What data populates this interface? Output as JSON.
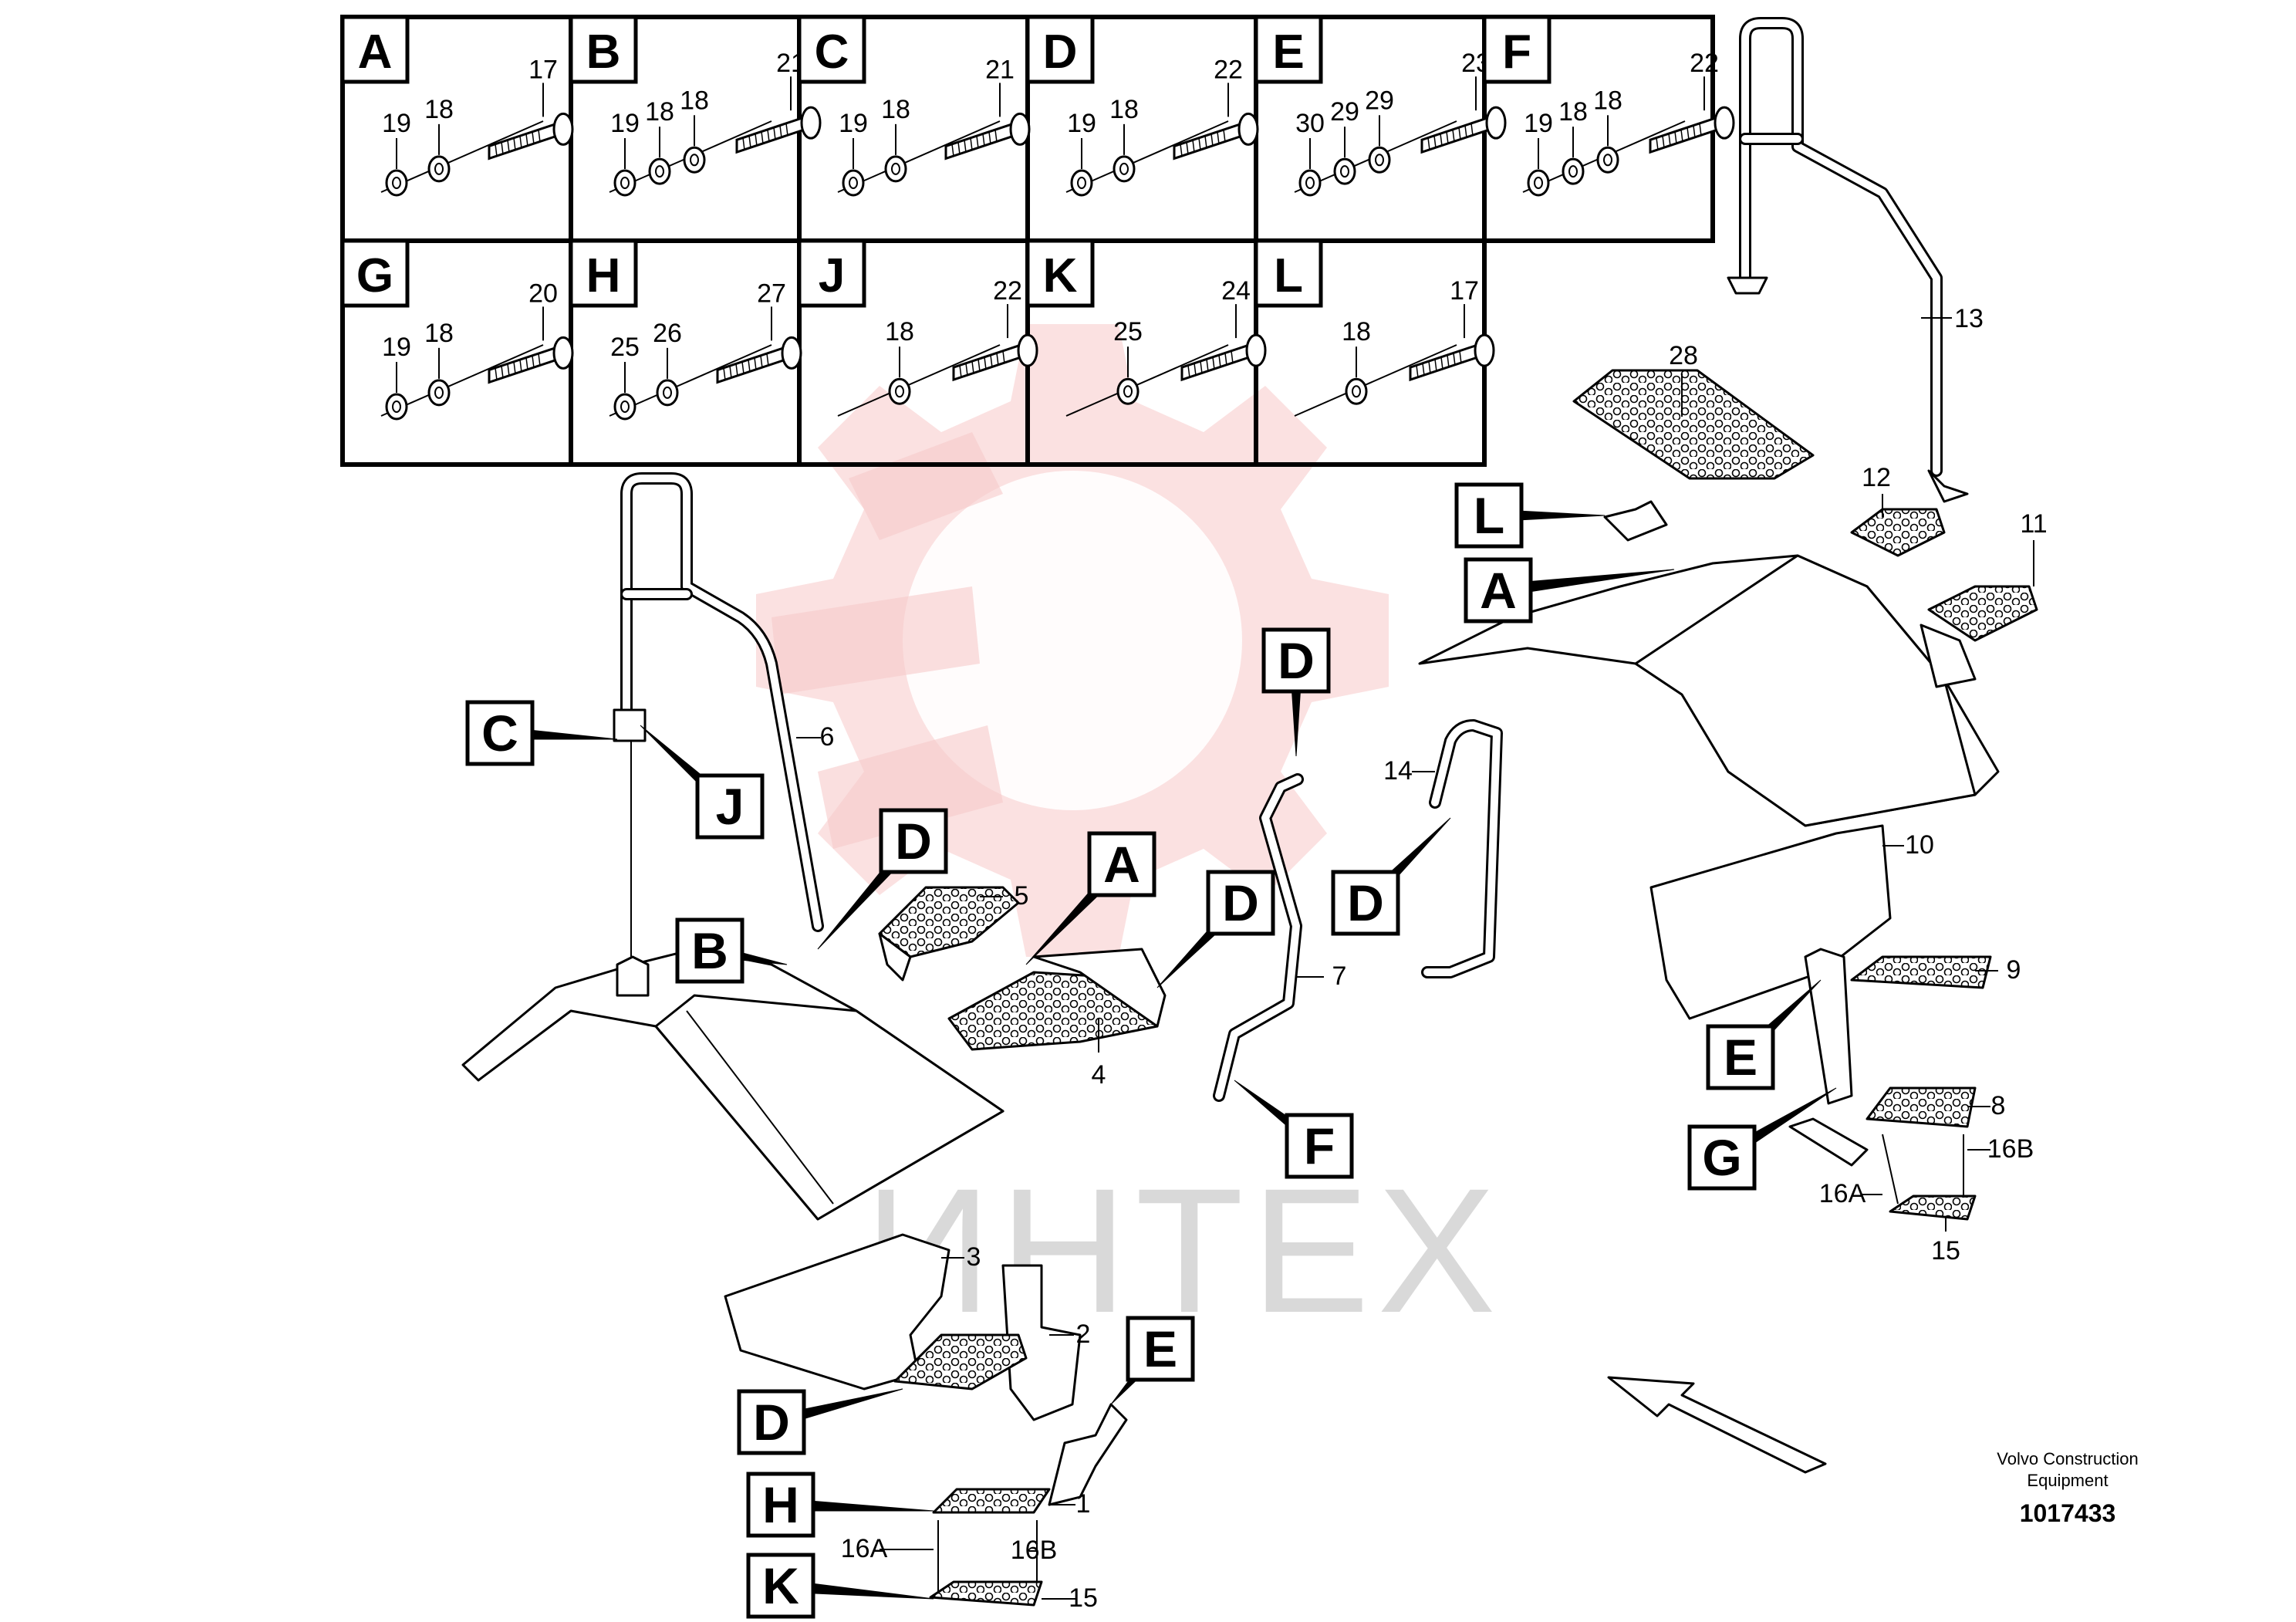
{
  "detail_table": {
    "cells": [
      {
        "letter": "A",
        "nums": [
          "19",
          "18",
          "17"
        ]
      },
      {
        "letter": "B",
        "nums": [
          "19",
          "18",
          "18",
          "21"
        ]
      },
      {
        "letter": "C",
        "nums": [
          "19",
          "18",
          "21"
        ]
      },
      {
        "letter": "D",
        "nums": [
          "19",
          "18",
          "22"
        ]
      },
      {
        "letter": "E",
        "nums": [
          "30",
          "29",
          "29",
          "23"
        ]
      },
      {
        "letter": "F",
        "nums": [
          "19",
          "18",
          "18",
          "22"
        ]
      },
      {
        "letter": "G",
        "nums": [
          "19",
          "18",
          "20"
        ]
      },
      {
        "letter": "H",
        "nums": [
          "25",
          "26",
          "27"
        ]
      },
      {
        "letter": "J",
        "nums": [
          "18",
          "22"
        ]
      },
      {
        "letter": "K",
        "nums": [
          "25",
          "24"
        ]
      },
      {
        "letter": "L",
        "nums": [
          "18",
          "17"
        ]
      }
    ]
  },
  "callouts": [
    "L",
    "A",
    "C",
    "J",
    "B",
    "D",
    "A",
    "D",
    "D",
    "D",
    "F",
    "E",
    "G",
    "E",
    "D",
    "H",
    "K"
  ],
  "part_numbers": [
    "28",
    "13",
    "12",
    "11",
    "6",
    "5",
    "14",
    "10",
    "9",
    "7",
    "4",
    "8",
    "16B",
    "16A",
    "15",
    "3",
    "2",
    "1",
    "16A",
    "16B",
    "15"
  ],
  "watermark": {
    "text": "ИНТЕХ",
    "color": "#f4b6b6"
  },
  "footer": {
    "company_line1": "Volvo Construction",
    "company_line2": "Equipment",
    "drawing_id": "1017433"
  }
}
